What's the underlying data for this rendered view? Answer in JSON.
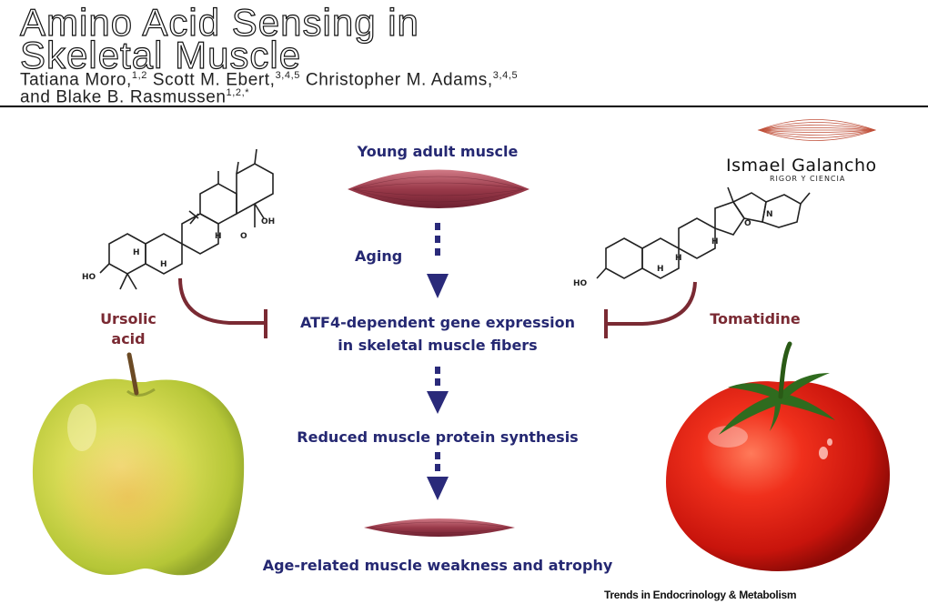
{
  "header": {
    "title_line1": "Amino Acid Sensing in",
    "title_line2": "Skeletal Muscle",
    "authors": [
      {
        "name": "Tatiana Moro,",
        "sup": "1,2"
      },
      {
        "name": "Scott M. Ebert,",
        "sup": "3,4,5"
      },
      {
        "name": "Christopher M. Adams,",
        "sup": "3,4,5"
      },
      {
        "name": "and Blake B. Rasmussen",
        "sup": "1,2,*"
      }
    ]
  },
  "logo": {
    "name": "Ismael Galancho",
    "tagline": "RIGOR Y CIENCIA"
  },
  "diagram": {
    "steps": [
      "Young adult muscle",
      "Aging",
      "ATF4-dependent gene expression",
      "in skeletal muscle fibers",
      "Reduced muscle protein synthesis",
      "Age-related muscle weakness and atrophy"
    ],
    "left_inhibitor": {
      "line1": "Ursolic",
      "line2": "acid"
    },
    "right_inhibitor": "Tomatidine",
    "chem_labels": {
      "ho": "HO",
      "oh": "OH",
      "o": "O",
      "n": "N",
      "h": "H"
    }
  },
  "credit": "Trends in Endocrinology & Metabolism",
  "colors": {
    "flow_text": "#252872",
    "arrow": "#2a2a7a",
    "inhibitor": "#7a2a33",
    "muscle": "#9a3a4a"
  }
}
